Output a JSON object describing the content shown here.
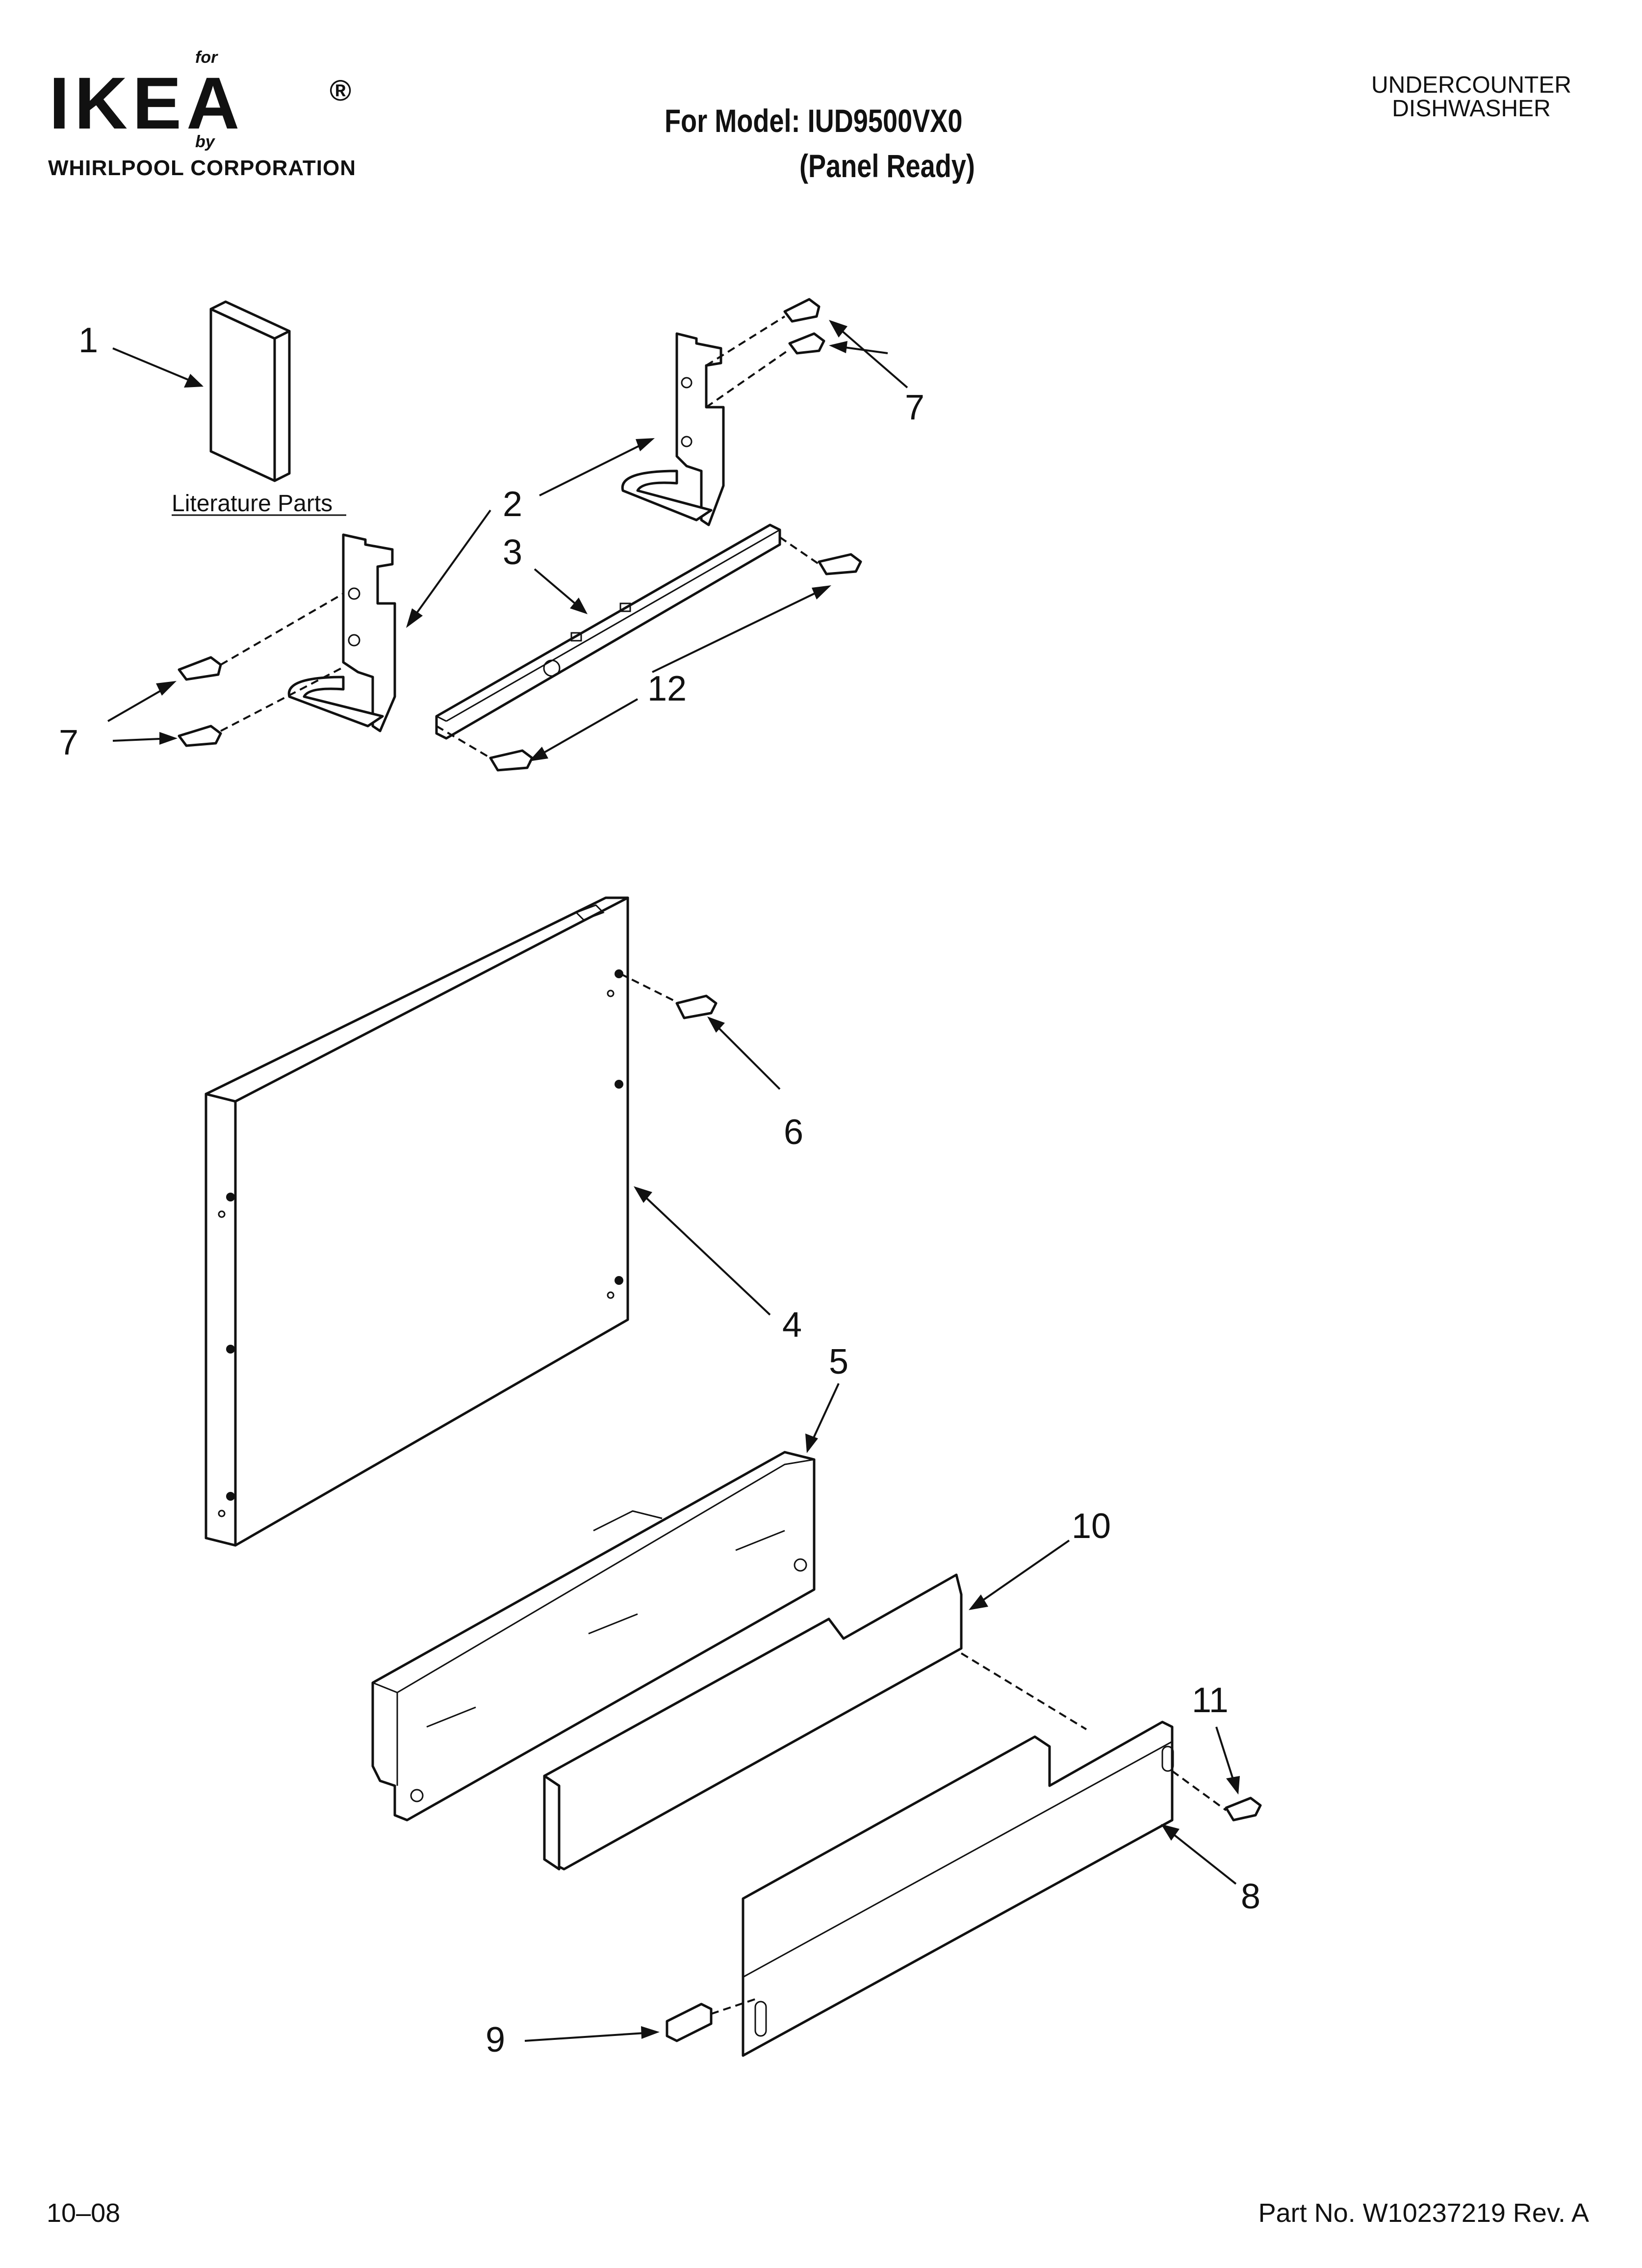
{
  "header": {
    "for_text": "for",
    "brand": "IKEA",
    "registered": "®",
    "by_text": "by",
    "corporation": "WHIRLPOOL CORPORATION",
    "model_line": "For Model: IUD9500VX0",
    "model_variant": "(Panel Ready)",
    "category_line1": "UNDERCOUNTER",
    "category_line2": "DISHWASHER"
  },
  "diagram": {
    "literature_label": "Literature Parts",
    "callouts": {
      "c1": "1",
      "c2": "2",
      "c3": "3",
      "c4": "4",
      "c5": "5",
      "c6": "6",
      "c7a": "7",
      "c7b": "7",
      "c8": "8",
      "c9": "9",
      "c10": "10",
      "c11": "11",
      "c12": "12"
    }
  },
  "footer": {
    "date": "10–08",
    "part_number": "Part No. W10237219 Rev. A"
  }
}
